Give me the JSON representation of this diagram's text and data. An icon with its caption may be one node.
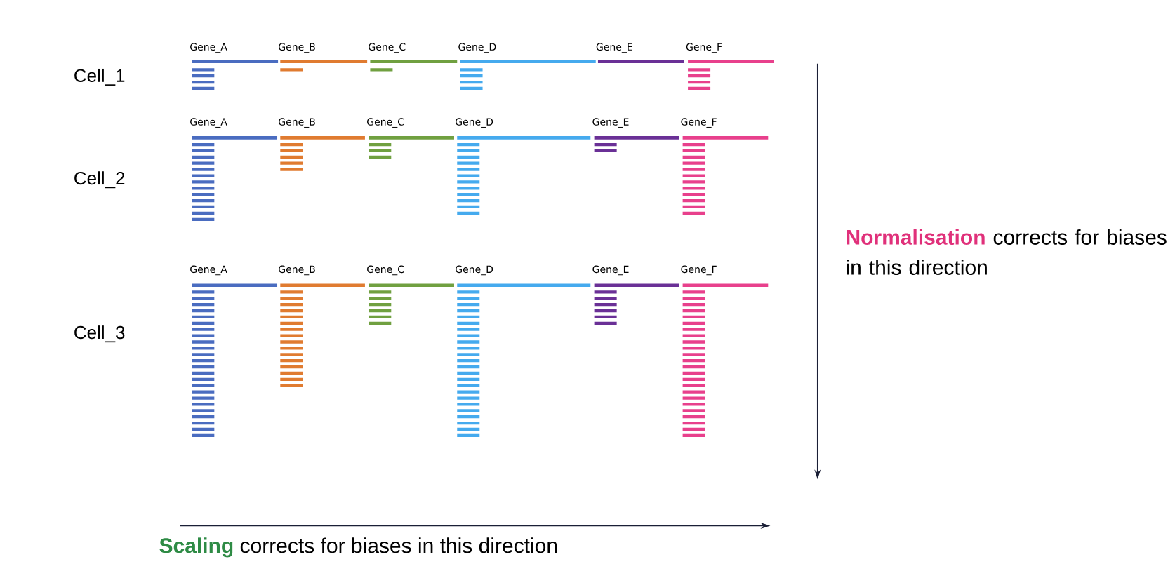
{
  "diagram": {
    "labels": [
      "Gene_A",
      "Gene_B",
      "Gene_C",
      "Gene_D",
      "Gene_E",
      "Gene_F",
      "Cell_1",
      "Gene_A",
      "Gene_B",
      "Gene_C",
      "Gene_D",
      "Gene_E",
      "Gene_F",
      "Cell_2",
      "Gene_A",
      "Gene_B",
      "Gene_C",
      "Gene_D",
      "Gene_E",
      "Gene_F",
      "Cell_3",
      "**Normalisation** corrects for biases in this direction",
      "**Scaling** corrects for biases in this direction"
    ]
  }
}
